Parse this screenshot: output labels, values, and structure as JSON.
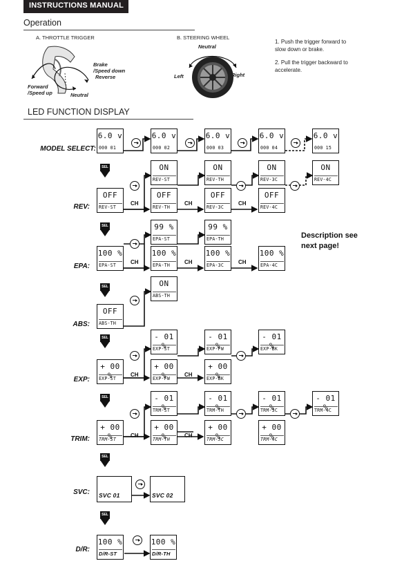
{
  "header": {
    "title": "INSTRUCTIONS MANUAL"
  },
  "operation": {
    "title": "Operation",
    "throttle": {
      "caption": "A. THROTTLE TRIGGER",
      "brake": "Brake",
      "speed_down": "/Speed down",
      "reverse": "Reverse",
      "forward": "Forward",
      "speed_up": "/Speed up",
      "neutral": "Neutral"
    },
    "steering": {
      "caption": "B. STEERING WHEEL",
      "neutral": "Neutral",
      "left": "Left",
      "right": "Right"
    },
    "notes": [
      "1. Push the trigger forward to slow down or brake.",
      "2. Pull the trigger backward to accelerate."
    ]
  },
  "led": {
    "title": "LED FUNCTION DISPLAY"
  },
  "rows": {
    "model": "MODEL SELECT:",
    "rev": "REV:",
    "epa": "EPA:",
    "abs": "ABS:",
    "exp": "EXP:",
    "trim": "TRIM:",
    "svc": "SVC:",
    "dr": "D/R:"
  },
  "buttons": {
    "ch": "CH",
    "sel": "SEL"
  },
  "description": [
    "Description see",
    "next page!"
  ],
  "displays": {
    "m1": {
      "top": "6.0 v",
      "bot": "000 01"
    },
    "m2": {
      "top": "6.0 v",
      "bot": "000 02"
    },
    "m3": {
      "top": "6.0 v",
      "bot": "000 03"
    },
    "m4": {
      "top": "6.0 v",
      "bot": "000 04"
    },
    "m5": {
      "top": "6.0 v",
      "bot": "000 15"
    },
    "r_on1": {
      "top": "ON",
      "bot": "REV-ST"
    },
    "r_on2": {
      "top": "ON",
      "bot": "REV-TH"
    },
    "r_on3": {
      "top": "ON",
      "bot": "REV-3C"
    },
    "r_on4": {
      "top": "ON",
      "bot": "REV-4C"
    },
    "r_off1": {
      "top": "OFF",
      "bot": "REV-ST"
    },
    "r_off2": {
      "top": "OFF",
      "bot": "REV-TH"
    },
    "r_off3": {
      "top": "OFF",
      "bot": "REV-3C"
    },
    "r_off4": {
      "top": "OFF",
      "bot": "REV-4C"
    },
    "e_u1": {
      "top": "99 %",
      "bot": "EPA-ST"
    },
    "e_u2": {
      "top": "99 %",
      "bot": "EPA-TH"
    },
    "e_b1": {
      "top": "100 %",
      "bot": "EPA-ST"
    },
    "e_b2": {
      "top": "100 %",
      "bot": "EPA-TH"
    },
    "e_b3": {
      "top": "100 %",
      "bot": "EPA-3C"
    },
    "e_b4": {
      "top": "100 %",
      "bot": "EPA-4C"
    },
    "a_on": {
      "top": "ON",
      "bot": "ABS-TH"
    },
    "a_off": {
      "top": "OFF",
      "bot": "ABS-TH"
    },
    "x_u1": {
      "top": "- 01 %",
      "bot": "EXP-ST"
    },
    "x_u2": {
      "top": "- 01 %",
      "bot": "EXP-FW"
    },
    "x_u3": {
      "top": "- 01 %",
      "bot": "EXP-BK"
    },
    "x_b1": {
      "top": "+ 00 %",
      "bot": "EXP-ST"
    },
    "x_b2": {
      "top": "+ 00 %",
      "bot": "EXP-FW"
    },
    "x_b3": {
      "top": "+ 00 %",
      "bot": "EXP-BK"
    },
    "t_u1": {
      "top": "- 01 %",
      "bot": "TRM-ST"
    },
    "t_u2": {
      "top": "- 01 %",
      "bot": "TRM-TH"
    },
    "t_u3": {
      "top": "- 01 %",
      "bot": "TRM-3C"
    },
    "t_u4": {
      "top": "- 01 %",
      "bot": "TRM-4C"
    },
    "t_b1": {
      "top": "+ 00 %",
      "bot": "TRM-ST"
    },
    "t_b2": {
      "top": "+ 00 %",
      "bot": "TRM-TH"
    },
    "t_b3": {
      "top": "+ 00 %",
      "bot": "TRM-3C"
    },
    "t_b4": {
      "top": "+ 00 %",
      "bot": "TRM-4C"
    },
    "s1": {
      "top": "",
      "bot": "SVC 01"
    },
    "s2": {
      "top": "",
      "bot": "SVC 02"
    },
    "d1": {
      "top": "100 %",
      "bot": "D/R-ST"
    },
    "d2": {
      "top": "100 %",
      "bot": "D/R-TH"
    }
  }
}
